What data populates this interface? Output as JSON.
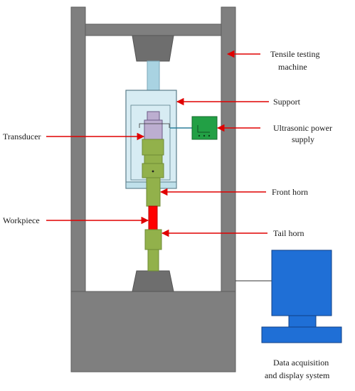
{
  "labels": {
    "tensile_line1": "Tensile testing",
    "tensile_line2": "machine",
    "support": "Support",
    "ultrasonic_line1": "Ultrasonic power",
    "ultrasonic_line2": "supply",
    "transducer": "Transducer",
    "front_horn": "Front horn",
    "workpiece": "Workpiece",
    "tail_horn": "Tail horn",
    "daq_line1": "Data acquisition",
    "daq_line2": "and display system"
  },
  "colors": {
    "frame": "#7f7f7f",
    "frame_stroke": "#5c5c5c",
    "grip": "#6e6e6e",
    "rod": "#a9d3e2",
    "support_box": "#d7ecf3",
    "support_stroke": "#5a7d8a",
    "transducer": "#bcaed0",
    "horn": "#92b14b",
    "horn_dark": "#6f8b35",
    "workpiece": "#ff0000",
    "power_supply": "#22a045",
    "daq": "#1f6fd6",
    "daq_stroke": "#0f3f86",
    "arrow": "#e00000",
    "text": "#1a1a1a"
  }
}
